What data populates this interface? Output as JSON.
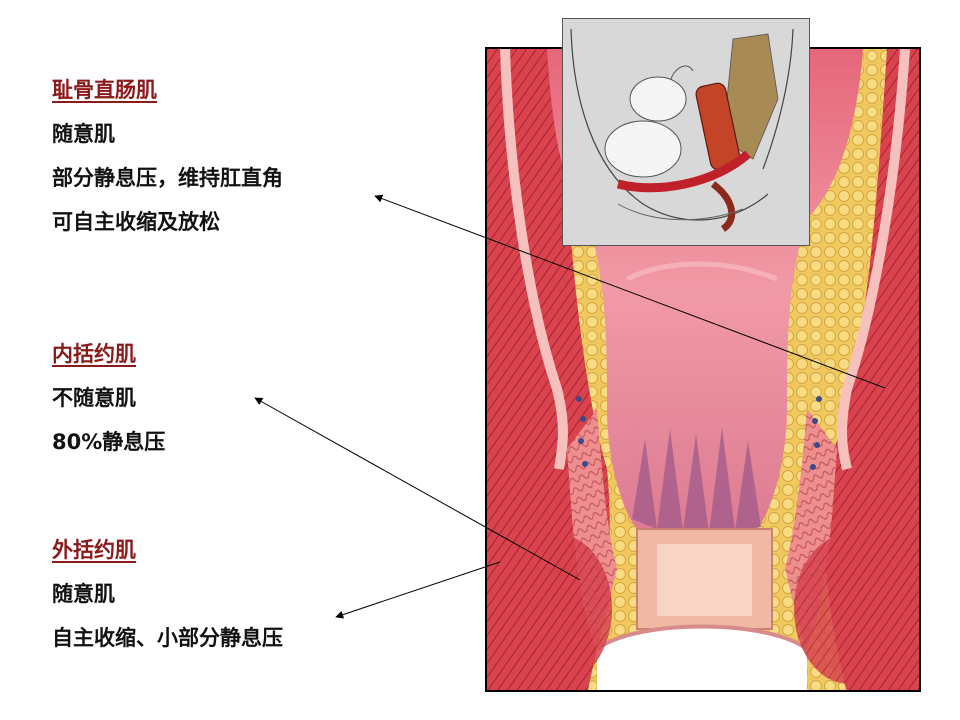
{
  "sections": [
    {
      "title": "耻骨直肠肌",
      "lines": [
        "随意肌",
        "部分静息压，维持肛直角",
        "可自主收缩及放松"
      ]
    },
    {
      "title": "内括约肌",
      "lines": [
        "不随意肌",
        "80%静息压"
      ]
    },
    {
      "title": "外括约肌",
      "lines": [
        "随意肌",
        "自主收缩、小部分静息压"
      ]
    }
  ]
}
